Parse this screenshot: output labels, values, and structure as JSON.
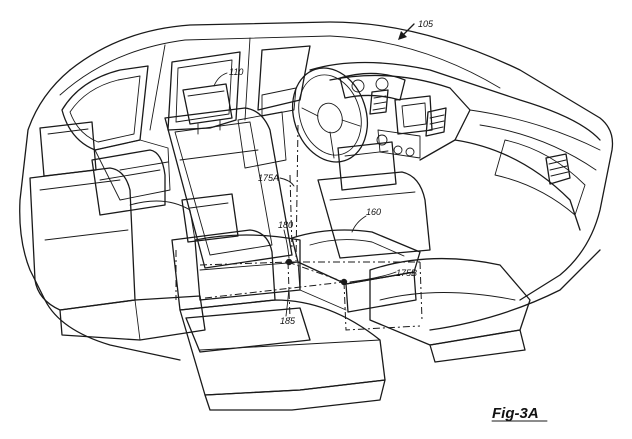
{
  "figure": {
    "caption": "Fig-3A",
    "reference_labels": {
      "vehicle": "105",
      "seat": "110",
      "console": "160",
      "track_a": "175A",
      "track_b": "175B",
      "pivot": "180",
      "base": "185"
    }
  },
  "colors": {
    "line": "#1a1a1a",
    "background": "#ffffff"
  }
}
